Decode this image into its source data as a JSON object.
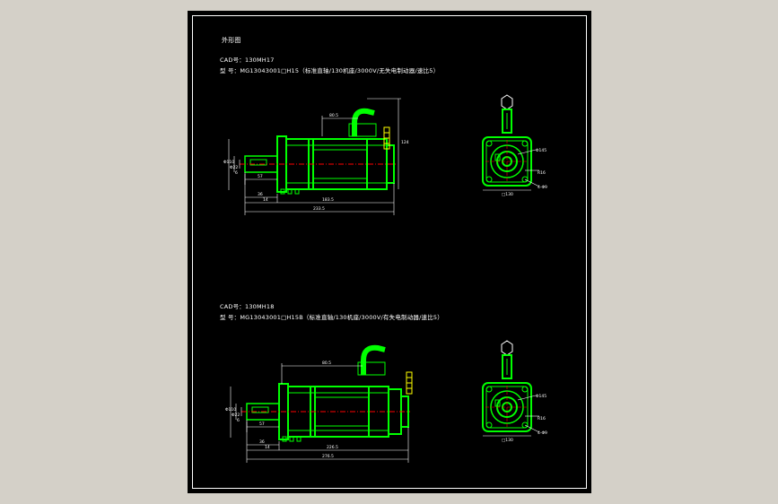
{
  "sheet": {
    "title": "外形图"
  },
  "drawing_1": {
    "cad_line": "CAD号：130MH17",
    "model_line": "型 号：MG13043001□H15（标准直轴/130机座/3000V/无失电制动器/速比5）",
    "dims": {
      "connector_height": "80.5",
      "overall_height": "124",
      "shaft_diameter": "Φ22",
      "pilot_diameter": "Φ110",
      "key_width": "6",
      "shaft_length": "57",
      "flange_thickness": "14",
      "flange_offset": "36",
      "body_length": "183.5",
      "overall_length": "233.5",
      "pcd": "Φ145",
      "hole": "4-Φ9",
      "square": "□130",
      "corner": "R16"
    }
  },
  "drawing_2": {
    "cad_line": "CAD号：130MH18",
    "model_line": "型 号：MG13043001□H15B（标准直轴/130机座/3000V/有失电制动器/速比5）",
    "dims": {
      "connector_height": "80.5",
      "shaft_diameter": "Φ22",
      "pilot_diameter": "Φ110",
      "key_width": "6",
      "shaft_length": "57",
      "flange_thickness": "14",
      "flange_offset": "36",
      "body_length": "226.5",
      "overall_length": "276.5",
      "pcd": "Φ145",
      "hole": "4-Φ9",
      "square": "□130",
      "corner": "R16"
    }
  },
  "colors": {
    "background": "#000000",
    "outline": "#00ff00",
    "dimension": "#ffffff",
    "centerline": "#ff0000",
    "connector_pins": "#ffff00",
    "window_bg": "#d4d0c8"
  }
}
